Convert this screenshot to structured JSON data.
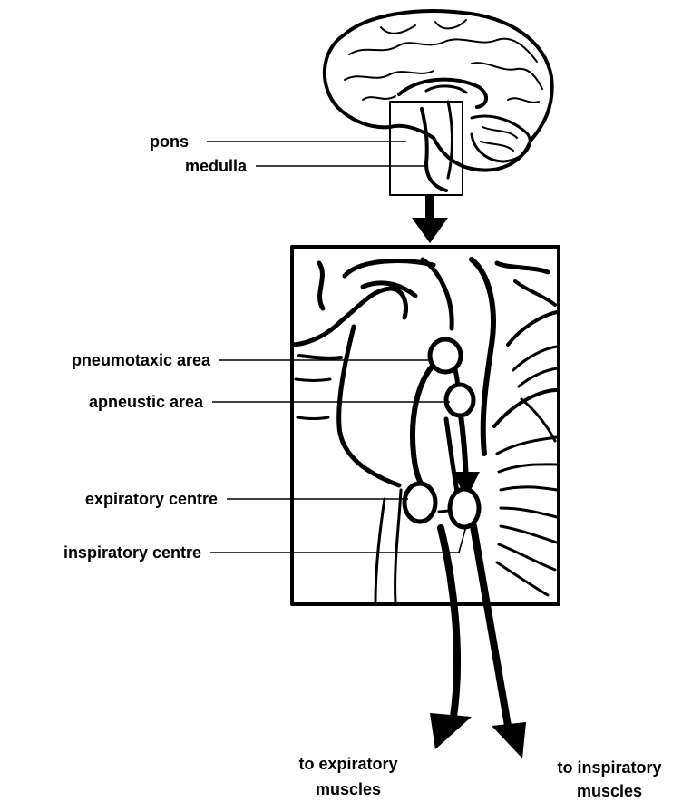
{
  "labels": {
    "pons": "pons",
    "medulla": "medulla",
    "pneumotaxic_area": "pneumotaxic area",
    "apneustic_area": "apneustic area",
    "expiratory_centre": "expiratory centre",
    "inspiratory_centre": "inspiratory centre",
    "to_expiratory_line1": "to expiratory",
    "to_expiratory_line2": "muscles",
    "to_inspiratory_line1": "to inspiratory",
    "to_inspiratory_line2": "muscles"
  },
  "colors": {
    "ink": "#000000",
    "background": "#ffffff"
  }
}
